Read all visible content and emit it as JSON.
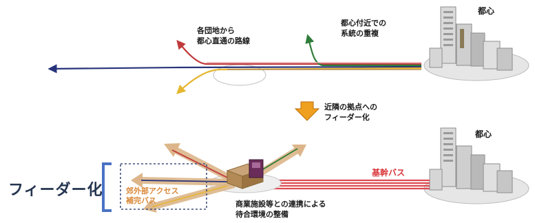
{
  "top": {
    "city_label": "都心",
    "route_label_line1": "各団地から",
    "route_label_line2": "都心直通の路線",
    "overlap_label_line1": "都心付近での",
    "overlap_label_line2": "系統の重複"
  },
  "middle": {
    "transition_label_line1": "近隣の拠点への",
    "transition_label_line2": "フィーダー化"
  },
  "bottom": {
    "city_label": "都心",
    "trunk_bus_label": "基幹バス",
    "feeder_title": "フィーダー化",
    "suburban_label_line1": "郊外部アクセス",
    "suburban_label_line2": "補完バス",
    "hub_label_line1": "商業施設等との連携による",
    "hub_label_line2": "待合環境の整備"
  },
  "colors": {
    "route_navy": "#27337a",
    "route_red": "#c0393b",
    "route_green": "#2f7d3a",
    "route_yellow": "#e5b630",
    "trunk_red": "#dd4a52",
    "feeder_tan": "#dcb68a",
    "arrow_orange": "#f0a020",
    "bracket_blue": "#4a72c4"
  }
}
